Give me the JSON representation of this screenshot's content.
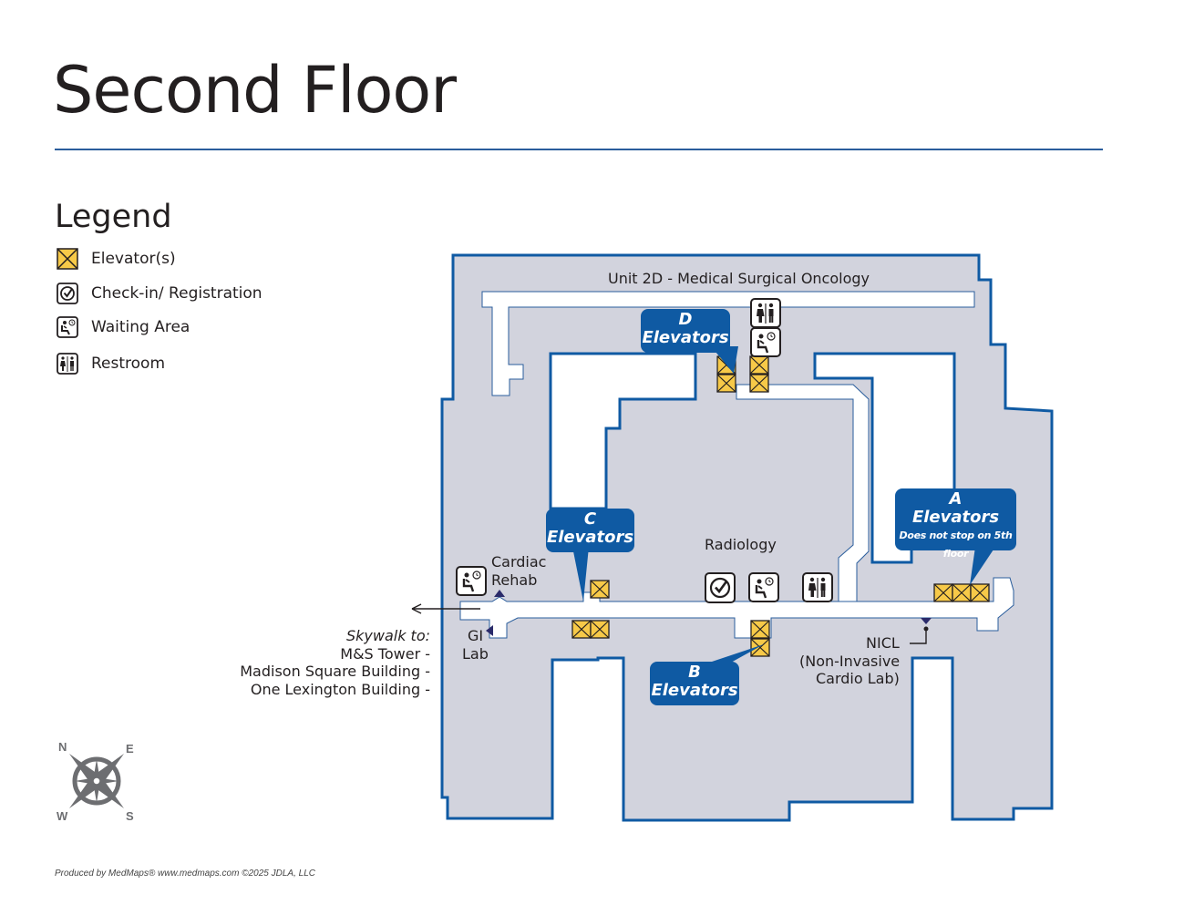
{
  "page": {
    "title": "Second Floor",
    "legend_title": "Legend",
    "footer": "Produced by MedMaps®  www.medmaps.com   ©2025 JDLA, LLC"
  },
  "legend": [
    {
      "icon": "elevator-icon",
      "label": "Elevator(s)"
    },
    {
      "icon": "checkin-icon",
      "label": "Check-in/ Registration"
    },
    {
      "icon": "waiting-icon",
      "label": "Waiting Area"
    },
    {
      "icon": "restroom-icon",
      "label": "Restroom"
    }
  ],
  "labels": {
    "unit2d": "Unit 2D - Medical Surgical Oncology",
    "radiology": "Radiology",
    "cardiac_1": "Cardiac",
    "cardiac_2": "Rehab",
    "gi_1": "GI",
    "gi_2": "Lab",
    "nicl_1": "NICL",
    "nicl_2": "(Non-Invasive",
    "nicl_3": "Cardio Lab)",
    "skywalk_1": "Skywalk to:",
    "skywalk_2": "M&S Tower -",
    "skywalk_3": "Madison Square Building -",
    "skywalk_4": "One Lexington Building -"
  },
  "elevators": {
    "a": {
      "letter": "A",
      "word": "Elevators",
      "note": "Does not stop on 5th floor"
    },
    "b": {
      "letter": "B",
      "word": "Elevators"
    },
    "c": {
      "letter": "C",
      "word": "Elevators"
    },
    "d": {
      "letter": "D",
      "word": "Elevators"
    }
  },
  "compass": {
    "n": "N",
    "e": "E",
    "s": "S",
    "w": "W"
  },
  "colors": {
    "building_fill": "#d2d3dd",
    "building_outline": "#0f5aa3",
    "elevator_fill": "#f7c948",
    "callout": "#0f5aa3",
    "rule": "#2a5d9c"
  }
}
